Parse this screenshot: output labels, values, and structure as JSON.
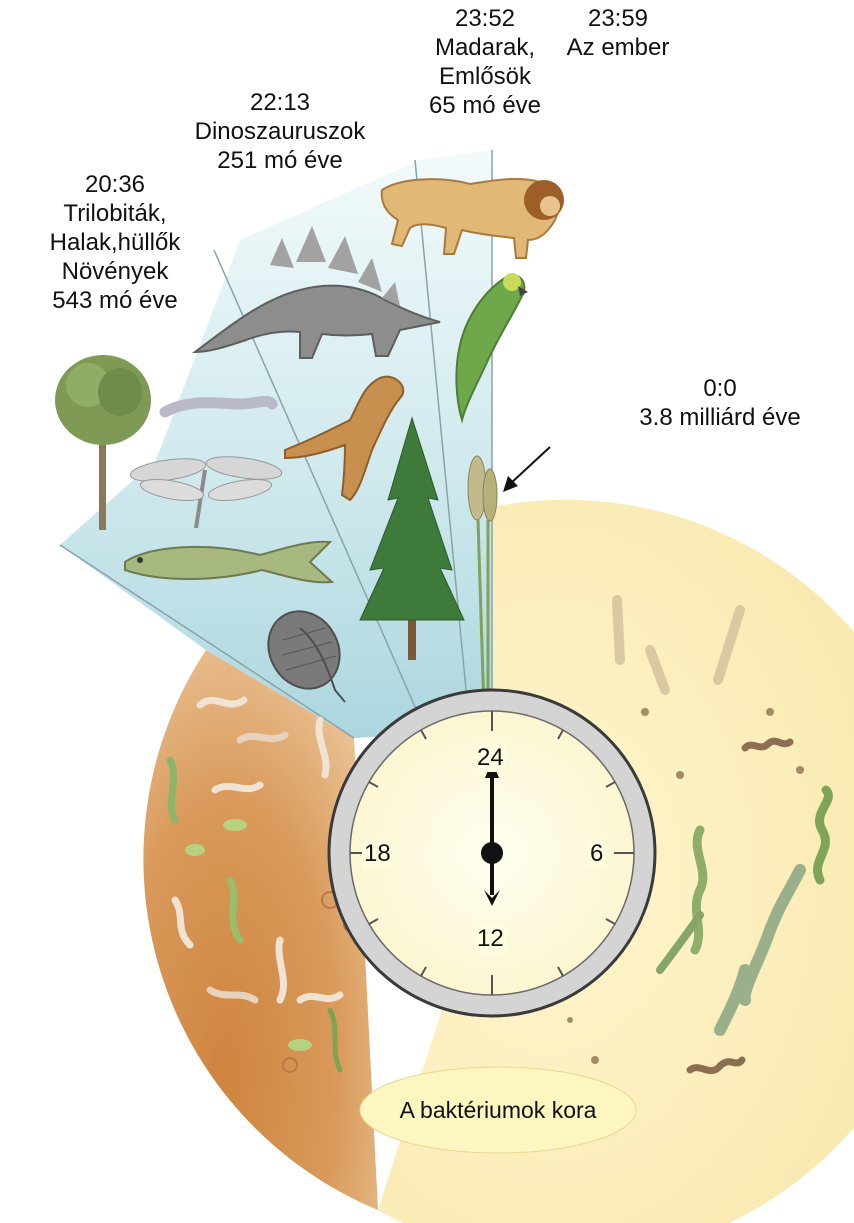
{
  "labels": {
    "t0": {
      "time": "0:0",
      "desc": "3.8 milliárd éve"
    },
    "t2036": {
      "time": "20:36",
      "l1": "Trilobiták,",
      "l2": "Halak,hüllők",
      "l3": "Növények",
      "l4": "543 mó éve"
    },
    "t2213": {
      "time": "22:13",
      "l1": "Dinoszauruszok",
      "l2": "251 mó éve"
    },
    "t2352": {
      "time": "23:52",
      "l1": "Madarak,",
      "l2": "Emlősök",
      "l3": "65 mó éve"
    },
    "t2359": {
      "time": "23:59",
      "l1": "Az ember"
    }
  },
  "clock": {
    "n24": "24",
    "n6": "6",
    "n12": "12",
    "n18": "18"
  },
  "bacteria_label": "A baktériumok kora",
  "colors": {
    "early_sector": "#fbecb2",
    "bacteria_sector": "#d99655",
    "life_sector": "#c9e6ea",
    "clock_face": "#fffde0",
    "clock_bezel": "#cfcfcf",
    "oval": "#fdf6c0"
  },
  "icons": [
    "lion-icon",
    "parrot-icon",
    "stegosaurus-icon",
    "tree-icon",
    "worm-icon",
    "dragonfly-icon",
    "fish-icon",
    "trilobite-icon",
    "conifer-icon",
    "wheat-icon",
    "bacteria-icon"
  ]
}
